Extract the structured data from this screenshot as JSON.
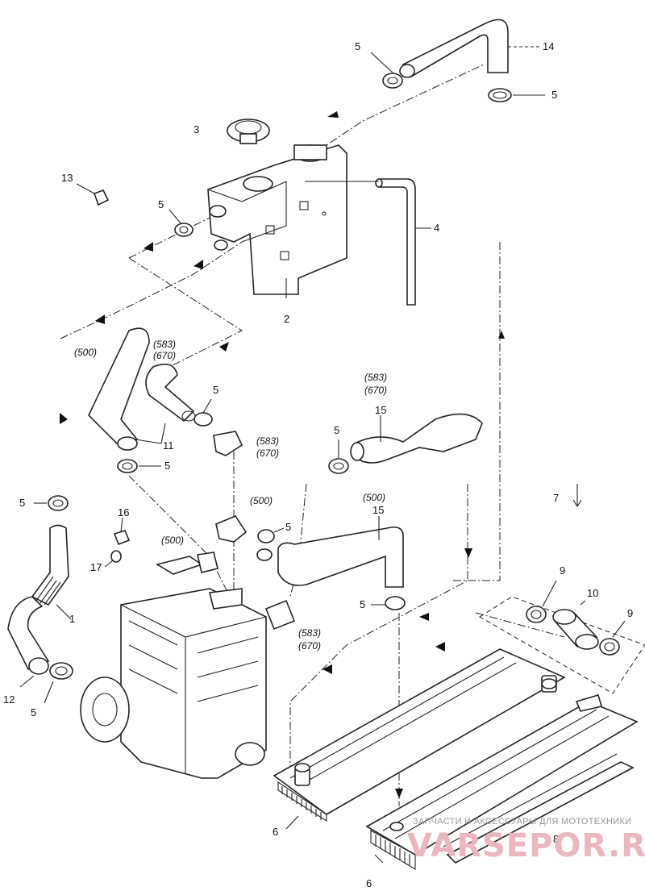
{
  "diagram": {
    "callouts": {
      "c1": "1",
      "c2": "2",
      "c3": "3",
      "c4": "4",
      "c5a": "5",
      "c5b": "5",
      "c5c": "5",
      "c5d": "5",
      "c5e": "5",
      "c5f": "5",
      "c5g": "5",
      "c5h": "5",
      "c5i": "5",
      "c5j": "5",
      "c6a": "6",
      "c6b": "6",
      "c7": "7",
      "c8": "8",
      "c9a": "9",
      "c9b": "9",
      "c10": "10",
      "c11": "11",
      "c12": "12",
      "c13": "13",
      "c14": "14",
      "c15a": "15",
      "c15b": "15",
      "c16": "16",
      "c17": "17"
    },
    "model_notes": {
      "m500a": "(500)",
      "m583a": "(583)",
      "m670a": "(670)",
      "m583b": "(583)",
      "m670b": "(670)",
      "m583c": "(583)",
      "m670c": "(670)",
      "m500b": "(500)",
      "m500c": "(500)",
      "m500d": "(500)",
      "m583d": "(583)",
      "m670d": "(670)"
    }
  },
  "watermark": {
    "caption": "ЗАПЧАСТИ И АКСЕССУАРЫ ДЛЯ МОТОТЕХНИКИ",
    "logo": "VARSEPOR.RU"
  }
}
